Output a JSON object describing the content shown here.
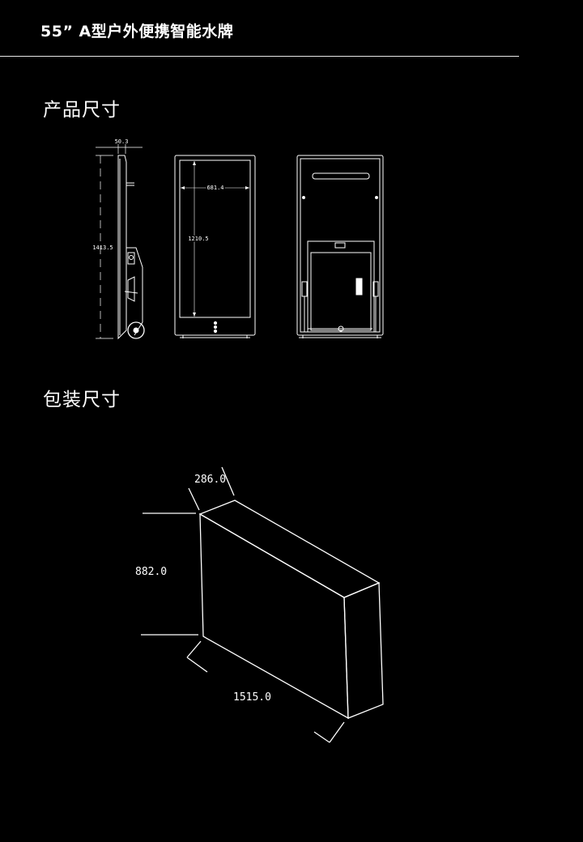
{
  "header": {
    "title": "55” A型户外便携智能水牌"
  },
  "sections": {
    "product_dimensions": "产品尺寸",
    "package_dimensions": "包装尺寸"
  },
  "product_drawing": {
    "side_view": {
      "depth": "50.3",
      "height": "1413.5"
    },
    "front_view": {
      "screen_width": "681.4",
      "screen_height": "1210.5"
    }
  },
  "package_drawing": {
    "depth": "286.0",
    "height": "882.0",
    "length": "1515.0"
  }
}
